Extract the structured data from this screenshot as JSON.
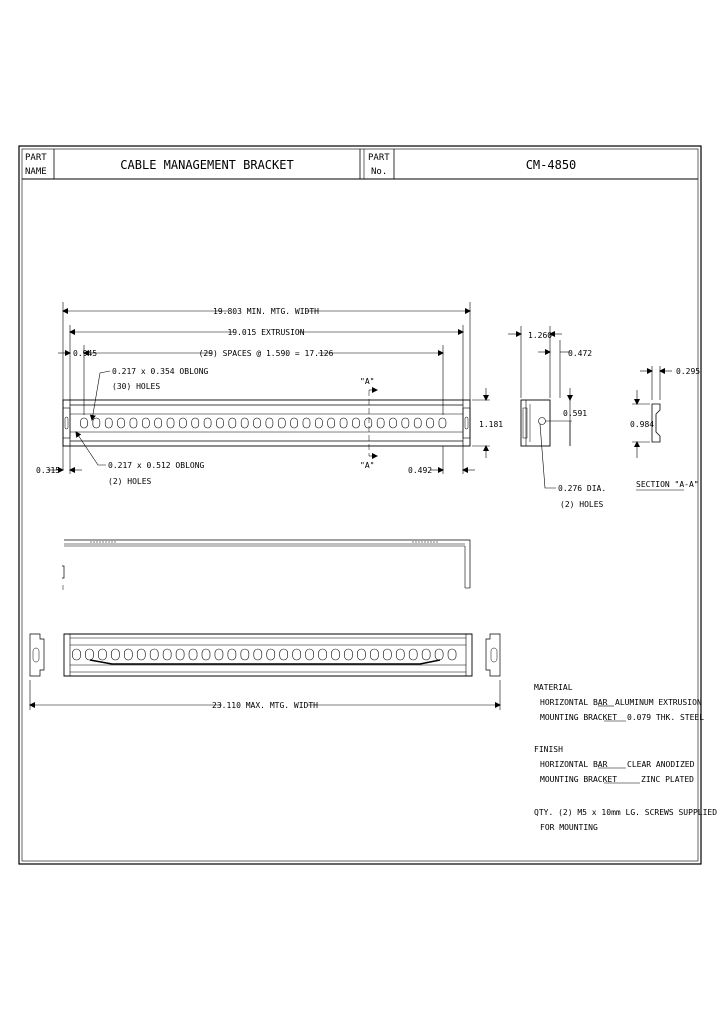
{
  "title_block": {
    "part_name_label_1": "PART",
    "part_name_label_2": "NAME",
    "part_name": "CABLE MANAGEMENT BRACKET",
    "part_no_label_1": "PART",
    "part_no_label_2": "No.",
    "part_no": "CM-4850"
  },
  "dimensions": {
    "mtg_width": "19.803 MIN. MTG. WIDTH",
    "extrusion": "19.015 EXTRUSION",
    "left_offset": "0.945",
    "spaces": "(29) SPACES @ 1.590 = 17.126",
    "oblong_holes_1": "0.217 x 0.354 OBLONG",
    "oblong_holes_1_qty": "(30) HOLES",
    "oblong_holes_2": "0.217 x 0.512 OBLONG",
    "oblong_holes_2_qty": "(2) HOLES",
    "left_edge": "0.315",
    "right_edge": "0.492",
    "height": "1.181",
    "depth": "1.260",
    "flange": "0.472",
    "hole_pos": "0.591",
    "dia_holes": "0.276 DIA.",
    "dia_holes_qty": "(2) HOLES",
    "section_thick": "0.295",
    "section_height": "0.984",
    "section_label": "SECTION \"A-A\"",
    "section_mark": "\"A\"",
    "max_width": "23.110 MAX. MTG. WIDTH"
  },
  "notes": {
    "material_title": "MATERIAL",
    "material_1_item": "HORIZONTAL BAR",
    "material_1_value": "ALUMINUM EXTRUSION",
    "material_2_item": "MOUNTING BRACKET",
    "material_2_value": "0.079 THK. STEEL",
    "finish_title": "FINISH",
    "finish_1_item": "HORIZONTAL BAR",
    "finish_1_value": "CLEAR ANODIZED",
    "finish_2_item": "MOUNTING BRACKET",
    "finish_2_value": "ZINC PLATED",
    "qty_line_1": "QTY. (2) M5 x 10mm LG. SCREWS SUPPLIED",
    "qty_line_2": "FOR MOUNTING"
  },
  "colors": {
    "ink": "#000000",
    "paper": "#ffffff"
  }
}
